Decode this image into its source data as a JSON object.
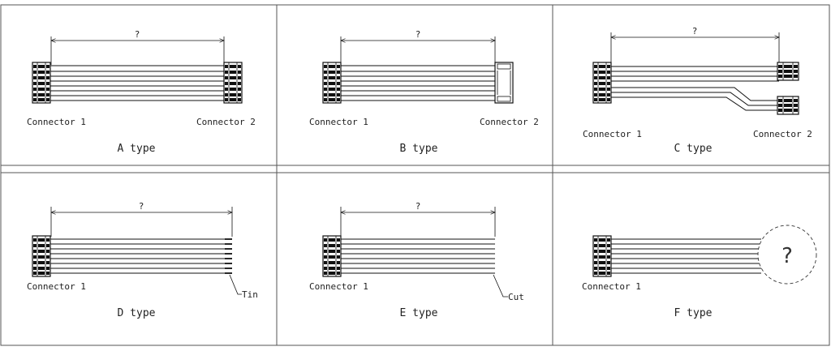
{
  "panels": {
    "a": {
      "title": "A type",
      "connector1": "Connector 1",
      "connector2": "Connector 2",
      "dimension": "?"
    },
    "b": {
      "title": "B type",
      "connector1": "Connector 1",
      "connector2": "Connector 2",
      "dimension": "?"
    },
    "c": {
      "title": "C type",
      "connector1": "Connector 1",
      "connector2": "Connector 2",
      "dimension": "?"
    },
    "d": {
      "title": "D type",
      "connector1": "Connector 1",
      "end_label": "Tin",
      "dimension": "?"
    },
    "e": {
      "title": "E type",
      "connector1": "Connector 1",
      "end_label": "Cut",
      "dimension": "?"
    },
    "f": {
      "title": "F type",
      "connector1": "Connector 1",
      "end_mark": "?"
    }
  }
}
